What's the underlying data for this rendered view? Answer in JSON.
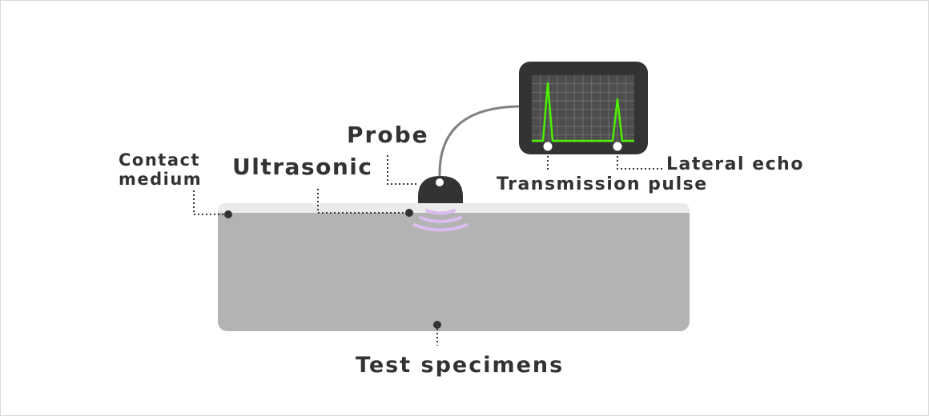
{
  "labels": {
    "probe": "Probe",
    "ultrasonic": "Ultrasonic",
    "contact_medium_line1": "Contact",
    "contact_medium_line2": "medium",
    "transmission_pulse": "Transmission pulse",
    "lateral_echo": "Lateral echo",
    "test_specimens": "Test specimens"
  },
  "colors": {
    "specimen": "#b3b3b3",
    "contact_medium": "#ebebeb",
    "probe": "#333333",
    "wave": "#dcbcf0",
    "monitor_frame": "#333333",
    "screen": "#4d4d4d",
    "grid": "#6e6e6e",
    "signal": "#4cf000",
    "cable": "#808080",
    "leader": "#333333",
    "text": "#333333"
  },
  "icons": [
    "probe-icon",
    "monitor-icon",
    "ultrasonic-wave-icon"
  ]
}
